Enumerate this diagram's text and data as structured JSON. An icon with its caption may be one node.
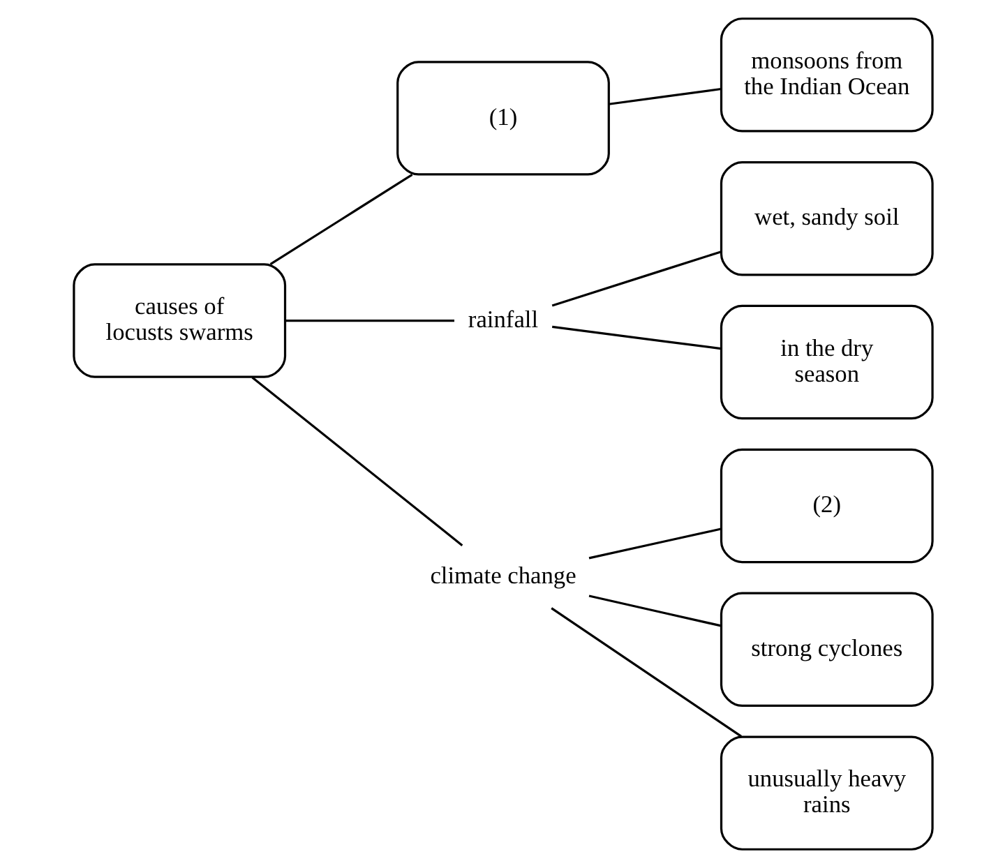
{
  "diagram": {
    "nodes": [
      {
        "text": [
          "causes of locusts swarms"
        ]
      },
      {
        "text": [
          "(1)"
        ]
      },
      {
        "text": [
          "rainfall"
        ]
      },
      {
        "text": [
          "climate change"
        ]
      },
      {
        "text": [
          "monsoons from the Indian Ocean"
        ]
      },
      {
        "text": [
          "wet, sandy soil"
        ]
      },
      {
        "text": [
          "in the dry season"
        ]
      },
      {
        "text": [
          "(2)"
        ]
      },
      {
        "text": [
          "strong cyclones"
        ]
      },
      {
        "text": [
          "unusually heavy rains"
        ]
      }
    ],
    "edges": [
      {
        "from": 0,
        "to": 1,
        "arrow": "none"
      },
      {
        "from": 0,
        "to": 2,
        "arrow": "none"
      },
      {
        "from": 0,
        "to": 3,
        "arrow": "none"
      },
      {
        "from": 1,
        "to": 4,
        "arrow": "none"
      },
      {
        "from": 2,
        "to": 5,
        "arrow": "none"
      },
      {
        "from": 2,
        "to": 6,
        "arrow": "none"
      },
      {
        "from": 3,
        "to": 7,
        "arrow": "none"
      },
      {
        "from": 3,
        "to": 8,
        "arrow": "none"
      },
      {
        "from": 3,
        "to": 9,
        "arrow": "none"
      }
    ]
  }
}
